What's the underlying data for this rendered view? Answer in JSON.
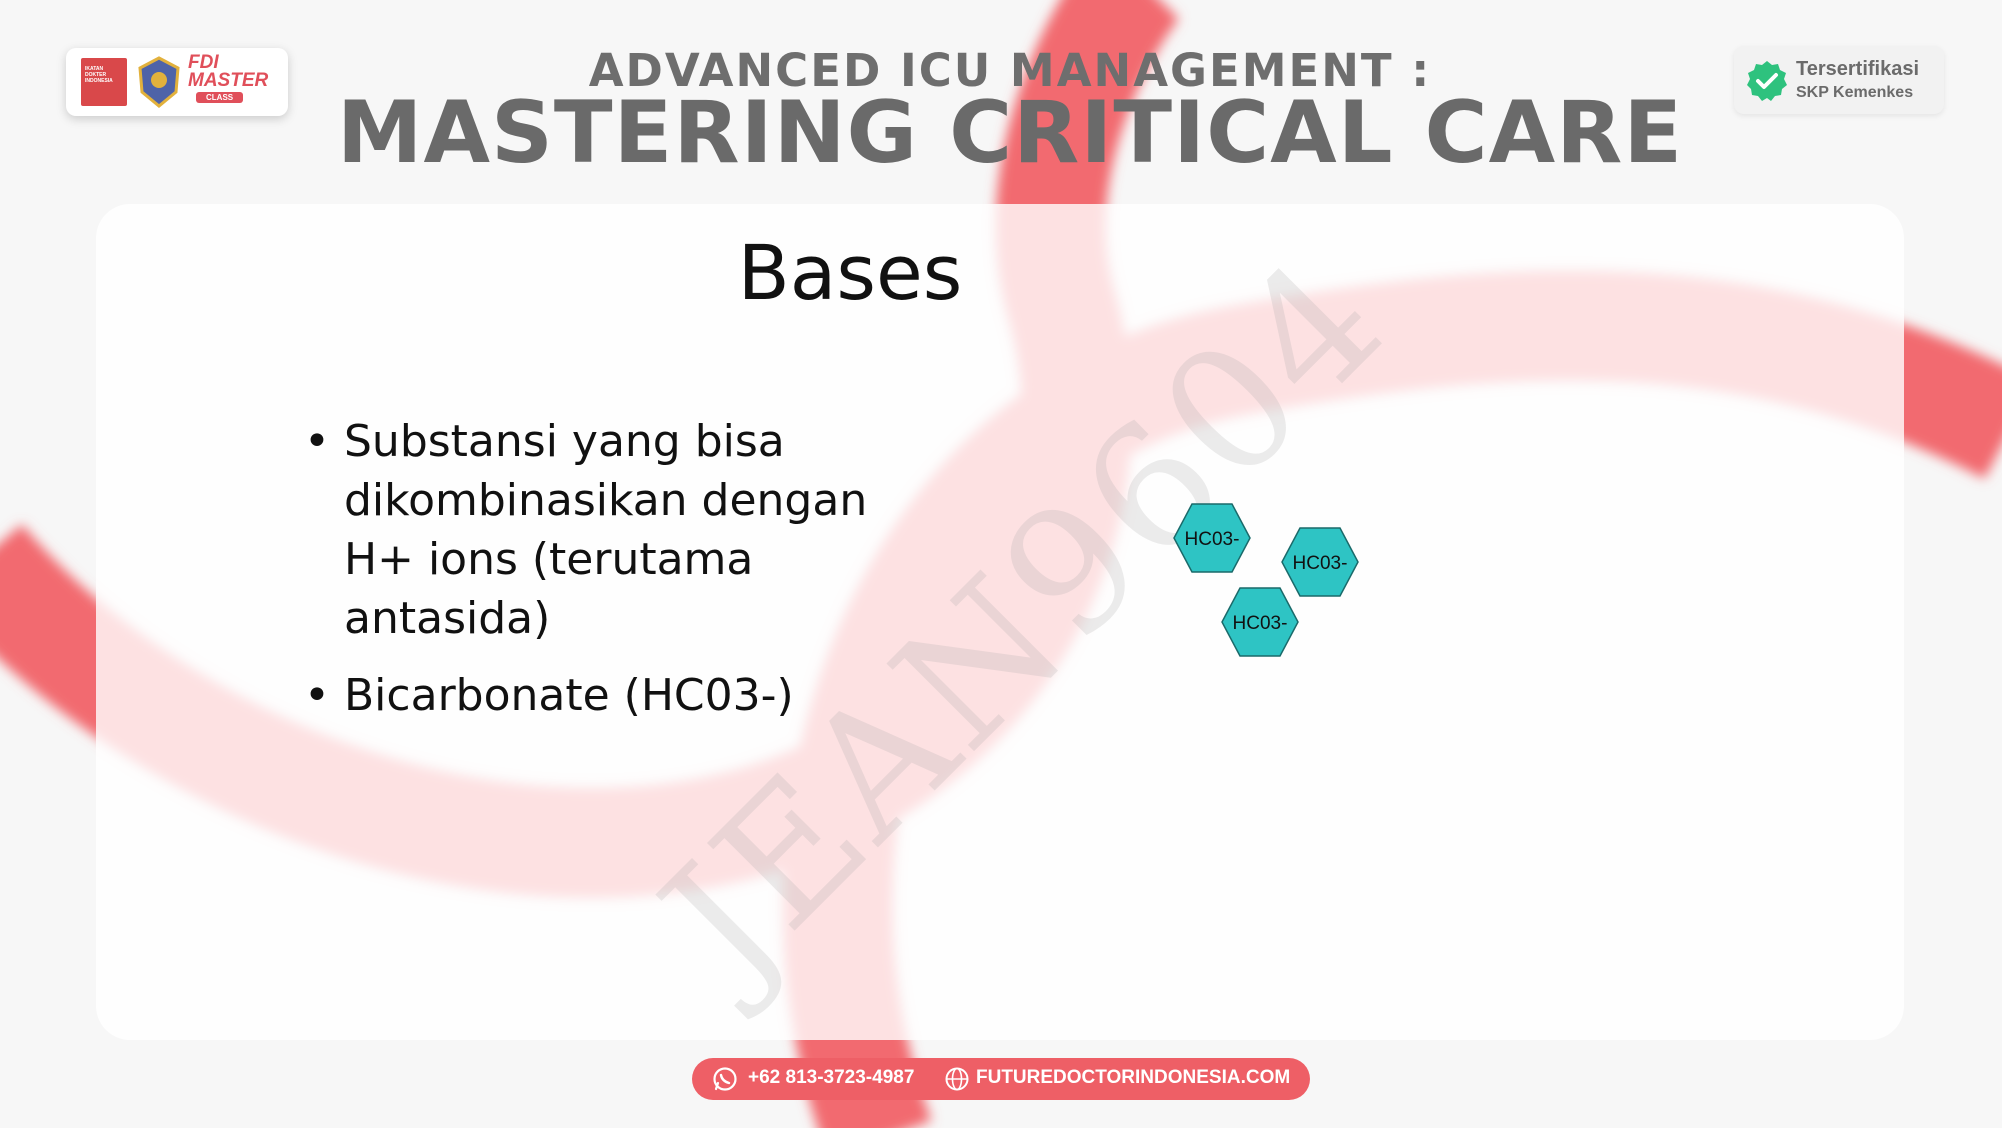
{
  "header": {
    "subtitle": "ADVANCED ICU MANAGEMENT :",
    "title": "MASTERING CRITICAL CARE"
  },
  "logo": {
    "red_badge_text": "IKATAN DOKTER INDONESIA",
    "brand_line1": "FDI",
    "brand_line2": "MASTER",
    "brand_tag": "CLASS"
  },
  "certification": {
    "line1": "Tersertifikasi",
    "line2": "SKP Kemenkes",
    "icon": "check-badge-icon",
    "color": "#2ec27e"
  },
  "slide": {
    "title": "Bases",
    "bullets": [
      "Substansi yang bisa dikombinasikan dengan H+ ions (terutama antasida)",
      "Bicarbonate (HC03-)"
    ],
    "molecules": [
      {
        "label": "HC03-"
      },
      {
        "label": "HC03-"
      },
      {
        "label": "HC03-"
      }
    ]
  },
  "watermark": "JEAN9604",
  "footer": {
    "phone": "+62 813-3723-4987",
    "website": "FUTUREDOCTORINDONESIA.COM",
    "phone_icon": "whatsapp-icon",
    "web_icon": "globe-icon"
  },
  "colors": {
    "accent": "#f26a70",
    "hexagon_fill": "#2ec4c4",
    "footer_bg": "#ee5f66"
  }
}
